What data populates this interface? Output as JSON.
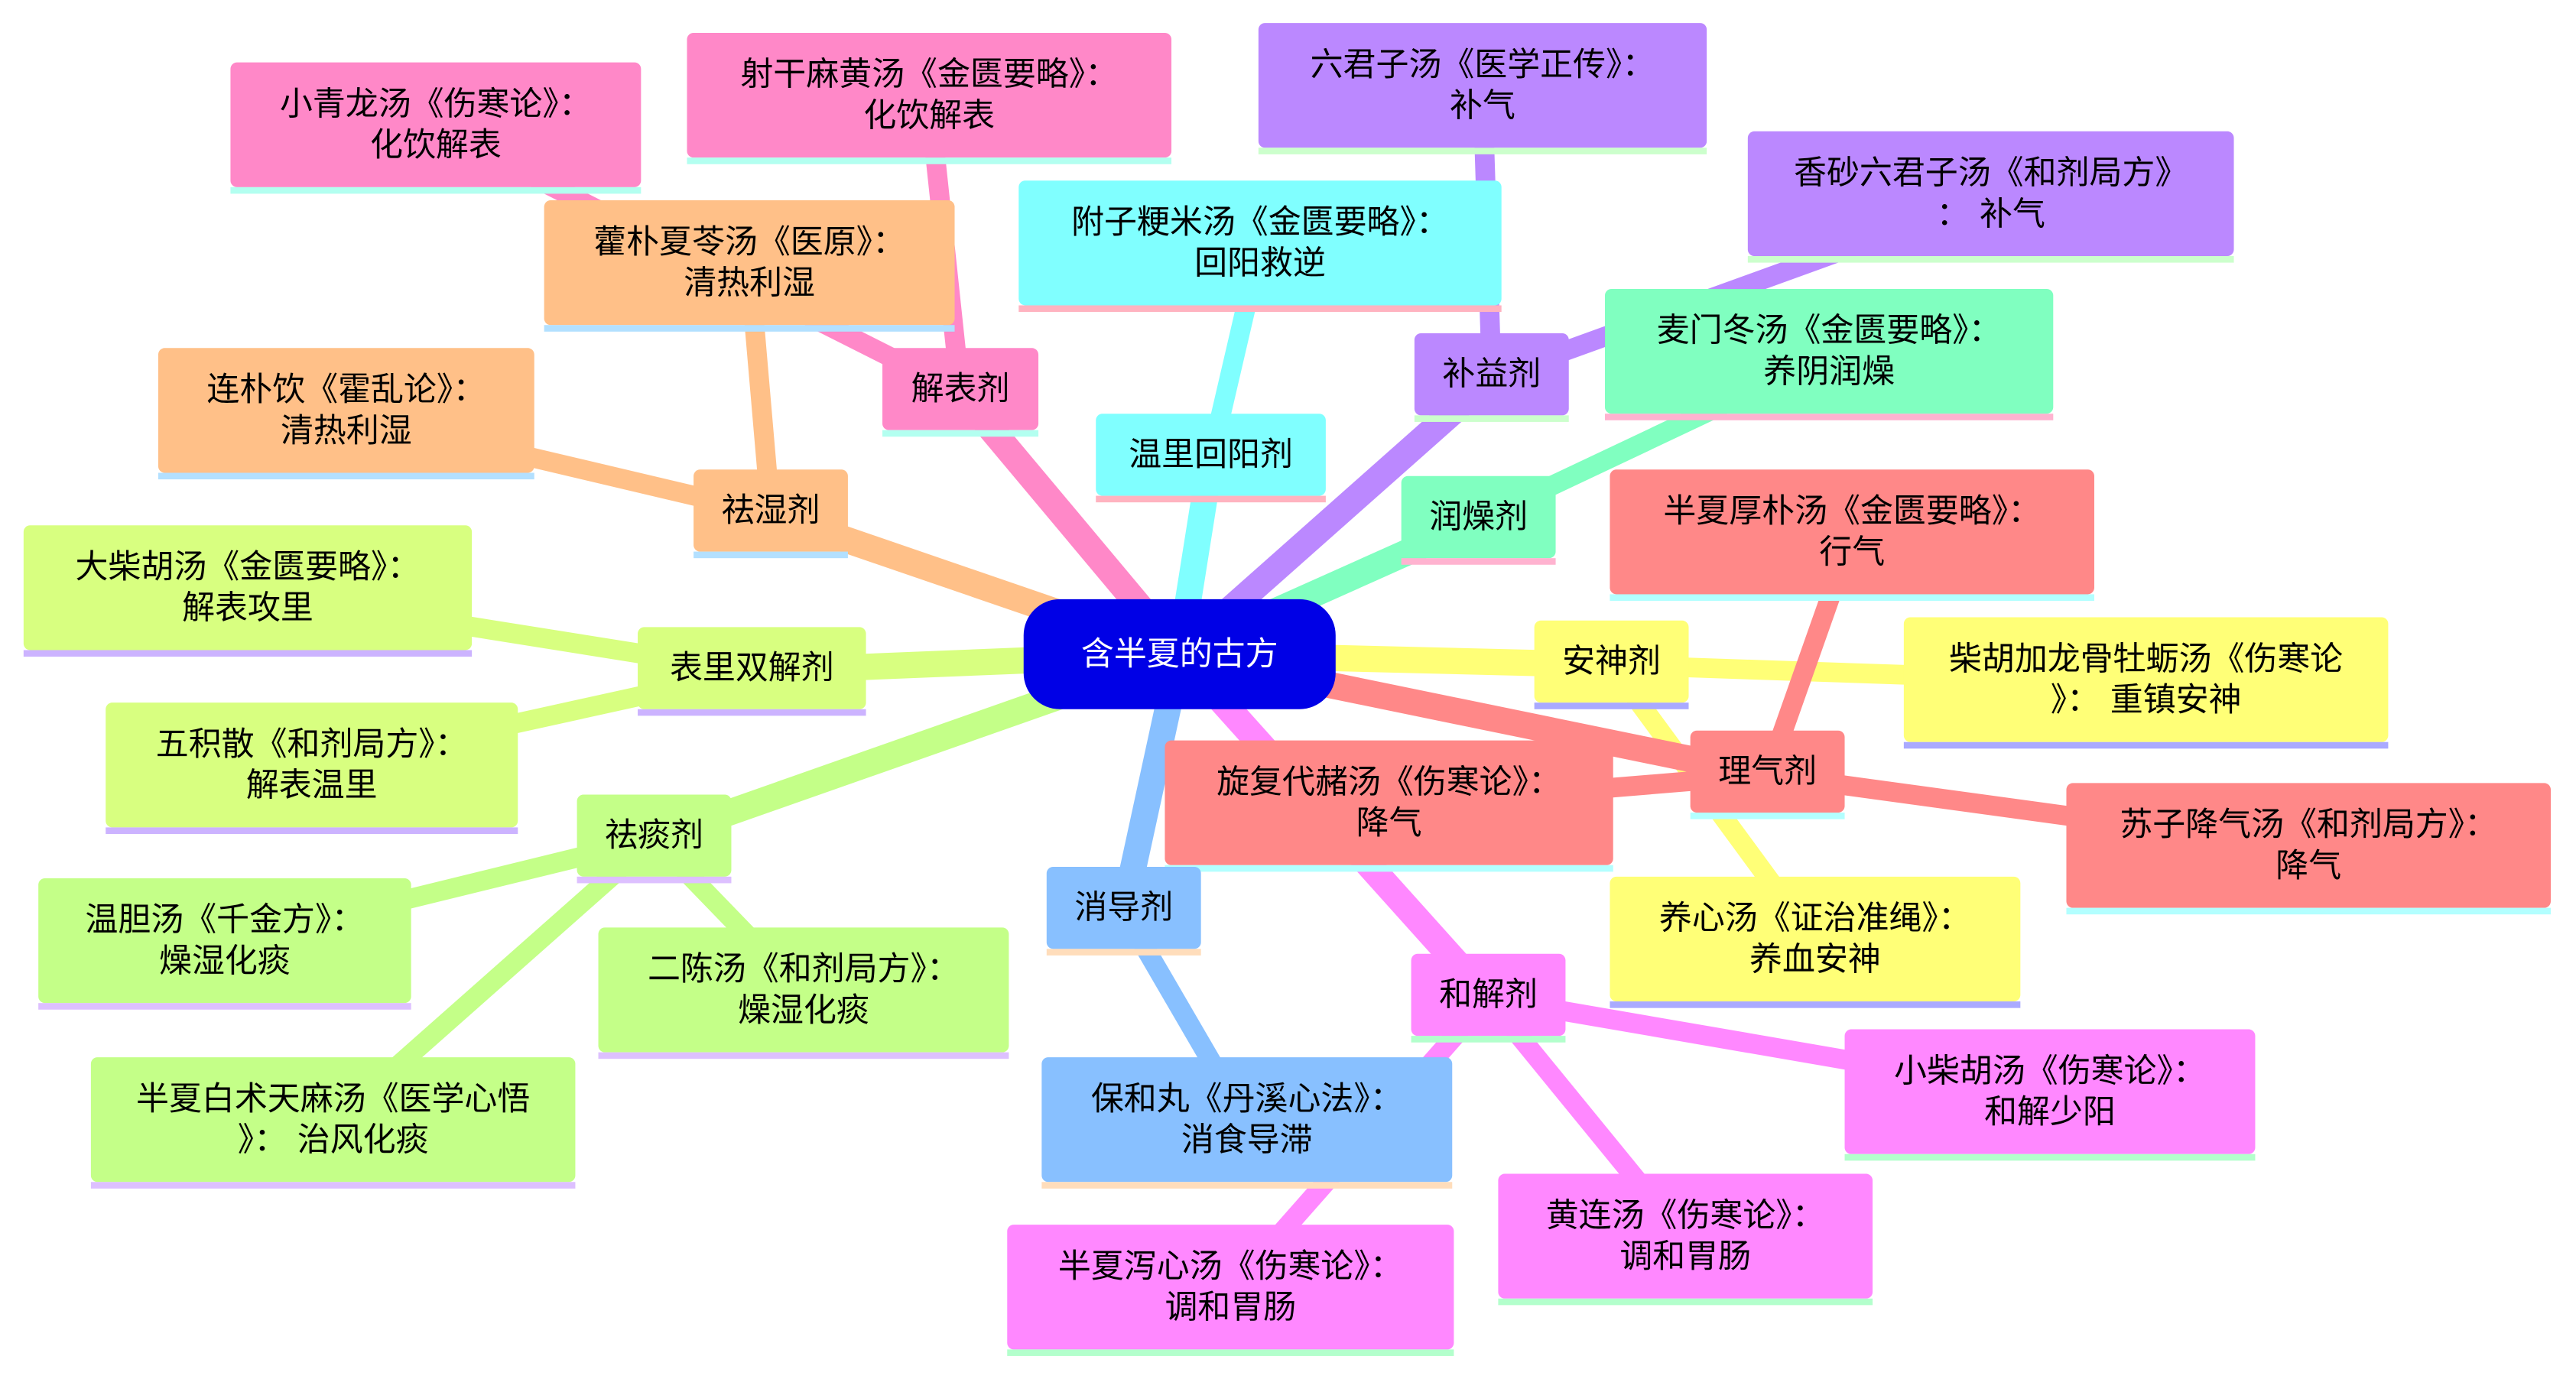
{
  "root": {
    "id": "root",
    "lines": [
      "含半夏的古方"
    ],
    "color": "#0000e6",
    "text_color": "#ffffff"
  },
  "branches": [
    {
      "id": "jiebiao",
      "lines": [
        "解表剂"
      ],
      "color": "#ff88c8",
      "strip": "#b3fff0",
      "children": [
        {
          "id": "xiaoqinglong",
          "lines": [
            "小青龙汤《伤寒论》：",
            "化饮解表"
          ]
        },
        {
          "id": "shegan",
          "lines": [
            "射干麻黄汤《金匮要略》：",
            "化饮解表"
          ]
        }
      ]
    },
    {
      "id": "wenli",
      "lines": [
        "温里回阳剂"
      ],
      "color": "#80ffff",
      "strip": "#ffb3c0",
      "children": [
        {
          "id": "fuzi",
          "lines": [
            "附子粳米汤《金匮要略》：",
            "回阳救逆"
          ]
        }
      ]
    },
    {
      "id": "buyi",
      "lines": [
        "补益剂"
      ],
      "color": "#bb88ff",
      "strip": "#ccffcc",
      "children": [
        {
          "id": "liujunzi",
          "lines": [
            "六君子汤《医学正传》：",
            "补气"
          ]
        },
        {
          "id": "xiangsha",
          "lines": [
            "香砂六君子汤《和剂局方》",
            "：  补气"
          ]
        }
      ]
    },
    {
      "id": "runzao",
      "lines": [
        "润燥剂"
      ],
      "color": "#80ffc0",
      "strip": "#ffb3d0",
      "children": [
        {
          "id": "maimendong",
          "lines": [
            "麦门冬汤《金匮要略》：",
            "养阴润燥"
          ]
        }
      ]
    },
    {
      "id": "anshen",
      "lines": [
        "安神剂"
      ],
      "color": "#ffff77",
      "strip": "#aaaaff",
      "children": [
        {
          "id": "chaihu_longgu",
          "lines": [
            "柴胡加龙骨牡蛎汤《伤寒论",
            "》：  重镇安神"
          ]
        },
        {
          "id": "yangxin",
          "lines": [
            "养心汤《证治准绳》：",
            "养血安神"
          ]
        }
      ]
    },
    {
      "id": "liqi",
      "lines": [
        "理气剂"
      ],
      "color": "#ff8888",
      "strip": "#b3ffff",
      "children": [
        {
          "id": "banxia_houpo",
          "lines": [
            "半夏厚朴汤《金匮要略》：",
            "行气"
          ]
        },
        {
          "id": "xuanfu",
          "lines": [
            "旋复代赭汤《伤寒论》：",
            "降气"
          ]
        },
        {
          "id": "suzi",
          "lines": [
            "苏子降气汤《和剂局方》：",
            "降气"
          ]
        }
      ]
    },
    {
      "id": "hejie",
      "lines": [
        "和解剂"
      ],
      "color": "#ff88ff",
      "strip": "#b3ffcc",
      "children": [
        {
          "id": "xiaochaihu",
          "lines": [
            "小柴胡汤《伤寒论》：",
            "和解少阳"
          ]
        },
        {
          "id": "huanglian",
          "lines": [
            "黄连汤《伤寒论》：",
            "调和胃肠"
          ]
        },
        {
          "id": "banxia_xiexin",
          "lines": [
            "半夏泻心汤《伤寒论》：",
            "调和胃肠"
          ]
        }
      ]
    },
    {
      "id": "xiaodao",
      "lines": [
        "消导剂"
      ],
      "color": "#88c0ff",
      "strip": "#ffddbb",
      "children": [
        {
          "id": "baohe",
          "lines": [
            "保和丸《丹溪心法》：",
            "消食导滞"
          ]
        }
      ]
    },
    {
      "id": "qutan",
      "lines": [
        "祛痰剂"
      ],
      "color": "#c4ff88",
      "strip": "#ddc0ff",
      "children": [
        {
          "id": "wendan",
          "lines": [
            "温胆汤《千金方》：",
            "燥湿化痰"
          ]
        },
        {
          "id": "erchen",
          "lines": [
            "二陈汤《和剂局方》：",
            "燥湿化痰"
          ]
        },
        {
          "id": "banxia_baizhu",
          "lines": [
            "半夏白术天麻汤《医学心悟",
            "》：  治风化痰"
          ]
        }
      ]
    },
    {
      "id": "biaoli",
      "lines": [
        "表里双解剂"
      ],
      "color": "#d8ff80",
      "strip": "#ccb3ff",
      "children": [
        {
          "id": "dachaihu",
          "lines": [
            "大柴胡汤《金匮要略》：",
            "解表攻里"
          ]
        },
        {
          "id": "wuji",
          "lines": [
            "五积散《和剂局方》：",
            "解表温里"
          ]
        }
      ]
    },
    {
      "id": "qushi",
      "lines": [
        "祛湿剂"
      ],
      "color": "#ffc088",
      "strip": "#b3e0ff",
      "children": [
        {
          "id": "huopo",
          "lines": [
            "藿朴夏苓汤《医原》：",
            "清热利湿"
          ]
        },
        {
          "id": "lianpo",
          "lines": [
            "连朴饮《霍乱论》：",
            "清热利湿"
          ]
        }
      ]
    }
  ]
}
